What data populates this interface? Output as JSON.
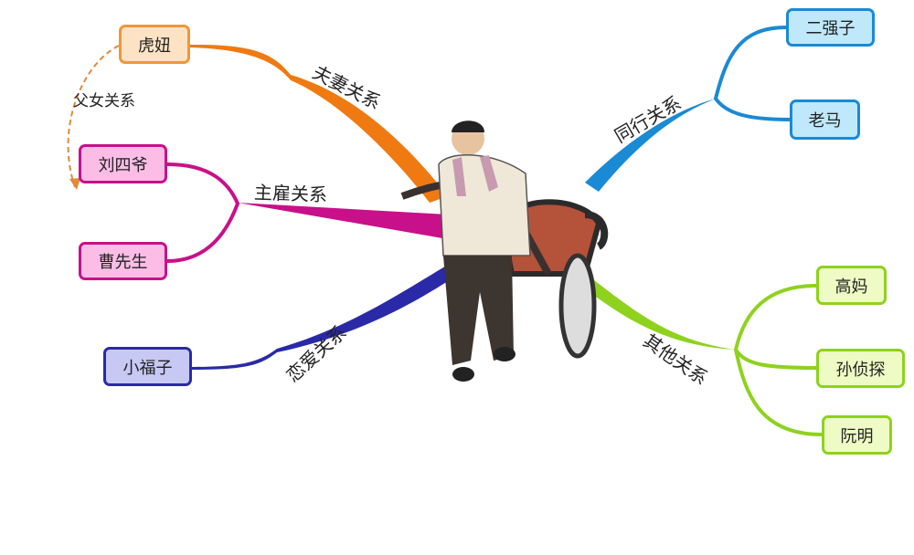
{
  "center": {
    "icon": "rickshaw-puller-illustration"
  },
  "branches": [
    {
      "label": "夫妻关系",
      "color": "#f07a12",
      "children": [
        {
          "name": "虎妞",
          "fill": "#fde2c4"
        }
      ]
    },
    {
      "label": "主雇关系",
      "color": "#c8108a",
      "children": [
        {
          "name": "刘四爷",
          "fill": "#fbbde6"
        },
        {
          "name": "曹先生",
          "fill": "#fbbde6"
        }
      ]
    },
    {
      "label": "恋爱关系",
      "color": "#2a2aa8",
      "children": [
        {
          "name": "小福子",
          "fill": "#c8c8f5"
        }
      ]
    },
    {
      "label": "同行关系",
      "color": "#1a8ad4",
      "children": [
        {
          "name": "二强子",
          "fill": "#bfe8fb"
        },
        {
          "name": "老马",
          "fill": "#bfe8fb"
        }
      ]
    },
    {
      "label": "其他关系",
      "color": "#8ed21e",
      "children": [
        {
          "name": "高妈",
          "fill": "#eefbc4"
        },
        {
          "name": "孙侦探",
          "fill": "#eefbc4"
        },
        {
          "name": "阮明",
          "fill": "#eefbc4"
        }
      ]
    }
  ],
  "relation": {
    "label": "父女关系",
    "from": "虎妞",
    "to": "刘四爷",
    "style": "dashed-arrow",
    "color": "#e08a3a"
  }
}
